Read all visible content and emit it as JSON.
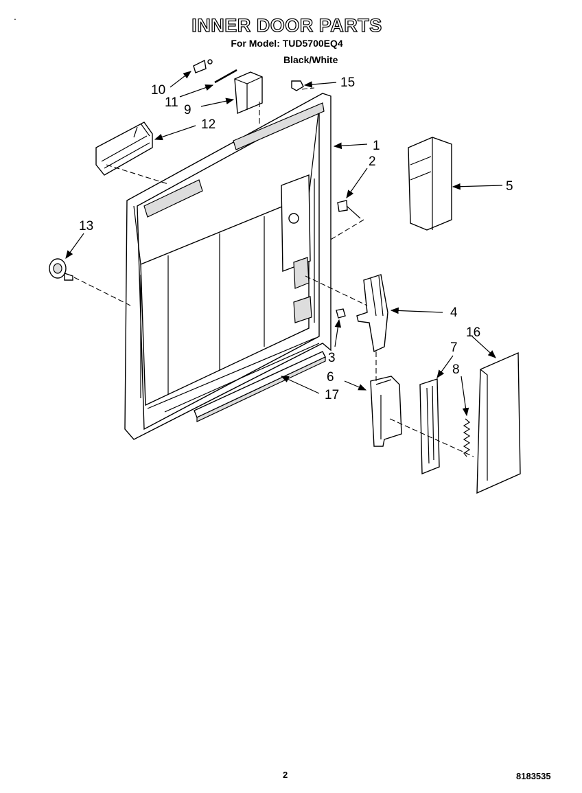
{
  "header": {
    "title": "INNER DOOR PARTS",
    "model_line": "For Model: TUD5700EQ4",
    "color": "Black/White"
  },
  "footer": {
    "page_number": "2",
    "doc_number": "8183535"
  },
  "callouts": [
    "1",
    "2",
    "3",
    "4",
    "5",
    "6",
    "7",
    "8",
    "9",
    "10",
    "11",
    "12",
    "13",
    "15",
    "16",
    "17"
  ]
}
